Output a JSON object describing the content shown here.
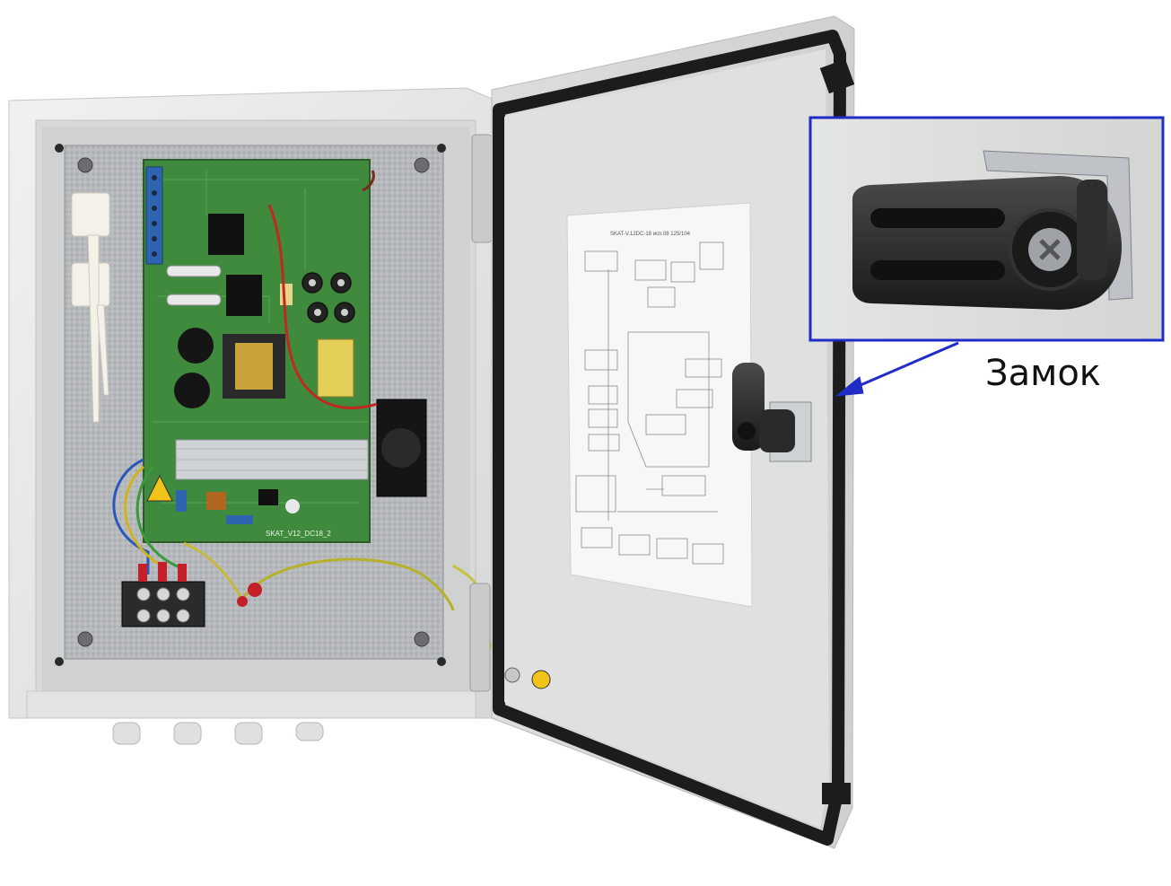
{
  "caption": {
    "text": "Замок"
  },
  "colors": {
    "callout_border": "#1f2cc8",
    "enclosure": "#e6e8e6",
    "pcb": "#3f8a3c",
    "gasket": "#1c1c1c",
    "mounting_plate": "#b9bcbf"
  },
  "pcb": {
    "label": "SKAT_V12_DC18_2"
  },
  "door_sheet": {
    "title": "SKAT-V.12DC-18 исп.08 125/104"
  }
}
